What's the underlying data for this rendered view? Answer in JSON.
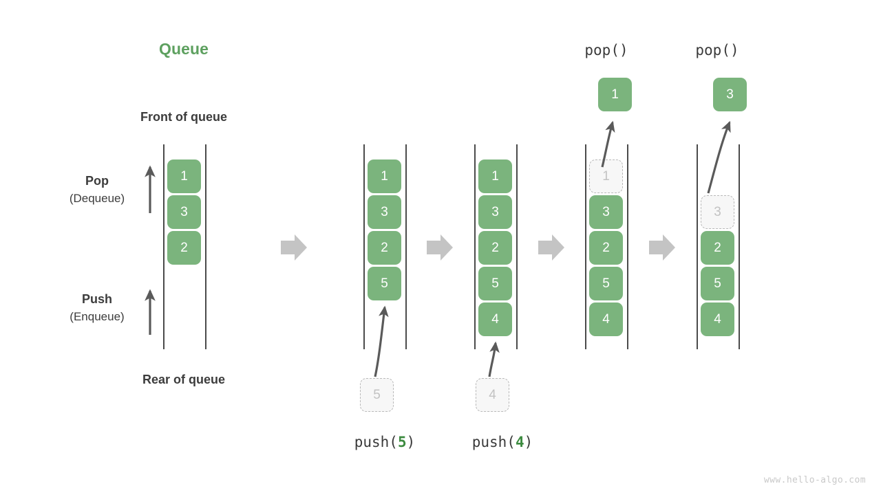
{
  "title": "Queue",
  "labels": {
    "front_of_queue": "Front of queue",
    "rear_of_queue": "Rear of queue",
    "pop_main": "Pop",
    "pop_sub": "(Dequeue)",
    "push_main": "Push",
    "push_sub": "(Enqueue)"
  },
  "colors": {
    "accent_green": "#7bb47d",
    "title_green": "#5da05f",
    "arg_green": "#3d8b40",
    "ghost_fill": "#f7f7f7",
    "ghost_border": "#b9b9b9",
    "rail": "#4a4a4a",
    "transition_arrow": "#c4c4c4",
    "motion_arrow": "#5a5a5a",
    "text": "#3a3a3a",
    "watermark": "#c9c9c9"
  },
  "columns": [
    {
      "id": "initial",
      "caption": "",
      "caption_prefix": "",
      "caption_arg": "",
      "caption_suffix": "",
      "cells": [
        "1",
        "3",
        "2"
      ],
      "ghost_index": -1,
      "popped_value": ""
    },
    {
      "id": "push-5",
      "caption": "push(5)",
      "caption_prefix": "push(",
      "caption_arg": "5",
      "caption_suffix": ")",
      "cells": [
        "1",
        "3",
        "2",
        "5"
      ],
      "incoming_value": "5",
      "ghost_index": -1,
      "popped_value": ""
    },
    {
      "id": "push-4",
      "caption": "push(4)",
      "caption_prefix": "push(",
      "caption_arg": "4",
      "caption_suffix": ")",
      "cells": [
        "1",
        "3",
        "2",
        "5",
        "4"
      ],
      "incoming_value": "4",
      "ghost_index": -1,
      "popped_value": ""
    },
    {
      "id": "pop-1",
      "caption": "pop()",
      "cells": [
        "1",
        "3",
        "2",
        "5",
        "4"
      ],
      "ghost_index": 0,
      "popped_value": "1"
    },
    {
      "id": "pop-3",
      "caption": "pop()",
      "cells": [
        "3",
        "2",
        "5",
        "4"
      ],
      "ghost_index": 0,
      "popped_value": "3"
    }
  ],
  "watermark": "www.hello-algo.com"
}
